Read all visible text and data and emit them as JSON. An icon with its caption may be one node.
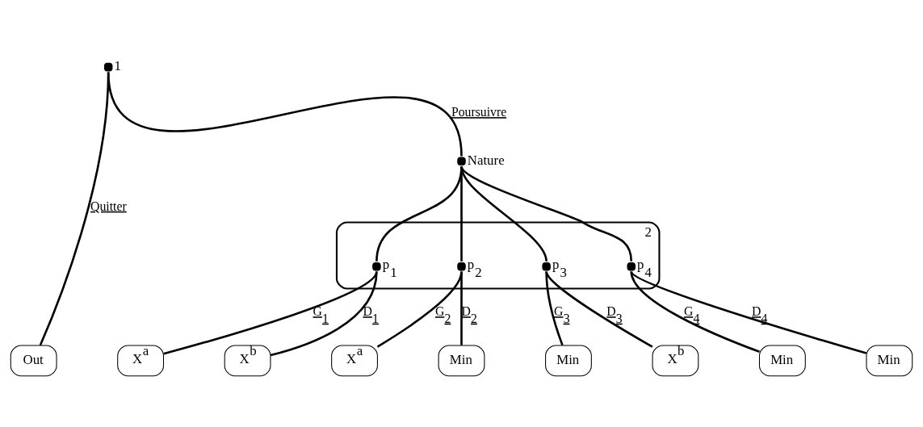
{
  "diagram": {
    "nodes": [
      {
        "text": [],
        "shape": "circle",
        "beside": [
          "1"
        ]
      },
      {
        "text": [],
        "shape": "circle",
        "beside": [
          "Nature"
        ]
      },
      {
        "text": [
          "2"
        ]
      },
      {
        "text": [],
        "shape": "circle",
        "beside": [
          "p$_{1}$"
        ],
        "in": 2
      },
      {
        "text": [],
        "shape": "circle",
        "beside": [
          "p$_{2}$"
        ],
        "in": 2
      },
      {
        "text": [],
        "shape": "circle",
        "beside": [
          "p$_{3}$"
        ],
        "in": 2
      },
      {
        "text": [],
        "shape": "circle",
        "beside": [
          "p$_{4}$"
        ],
        "in": 2
      },
      {
        "text": [
          "Out"
        ]
      },
      {
        "text": [
          "X$^{a}$"
        ]
      },
      {
        "text": [
          "X$^{b}$"
        ]
      },
      {
        "text": [
          "X$^{a}$"
        ]
      },
      {
        "text": [
          "Min"
        ]
      },
      {
        "text": [
          "Min"
        ]
      },
      {
        "text": [
          "X$^{b}$"
        ]
      },
      {
        "text": [
          "Min"
        ]
      },
      {
        "text": [
          "Min"
        ]
      }
    ],
    "edges": [
      {
        "from": 0,
        "to": 7,
        "arrow": "none",
        "label": "Quitter"
      },
      {
        "from": 0,
        "to": 1,
        "arrow": "none",
        "label": "Poursuivre"
      },
      {
        "from": 1,
        "to": 3,
        "arrow": "none"
      },
      {
        "from": 1,
        "to": 4,
        "arrow": "none"
      },
      {
        "from": 1,
        "to": 5,
        "arrow": "none"
      },
      {
        "from": 1,
        "to": 6,
        "arrow": "none"
      },
      {
        "from": 3,
        "to": 8,
        "arrow": "none",
        "label": "G$_{1}$"
      },
      {
        "from": 3,
        "to": 9,
        "arrow": "none",
        "label": "D$_{1}$"
      },
      {
        "from": 4,
        "to": 10,
        "arrow": "none",
        "label": "G$_{2}$"
      },
      {
        "from": 4,
        "to": 11,
        "arrow": "none",
        "label": "D$_{2}$"
      },
      {
        "from": 5,
        "to": 12,
        "arrow": "none",
        "label": "G$_{3}$"
      },
      {
        "from": 5,
        "to": 13,
        "arrow": "none",
        "label": "D$_{3}$"
      },
      {
        "from": 6,
        "to": 14,
        "arrow": "none",
        "label": "G$_{4}$"
      },
      {
        "from": 6,
        "to": 15,
        "arrow": "none",
        "label": "D$_{4}$"
      }
    ]
  }
}
